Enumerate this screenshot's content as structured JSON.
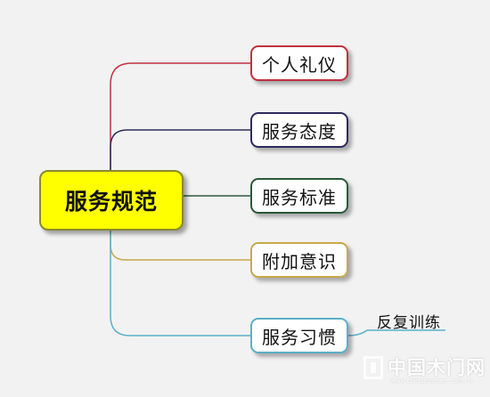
{
  "root": {
    "label": "服务规范",
    "color": "#ffff00"
  },
  "branches": [
    {
      "label": "个人礼仪",
      "color": "#c03040"
    },
    {
      "label": "服务态度",
      "color": "#2c2c5c"
    },
    {
      "label": "服务标准",
      "color": "#2a5a3a"
    },
    {
      "label": "附加意识",
      "color": "#c8a84a"
    },
    {
      "label": "服务习惯",
      "color": "#5ab0c8"
    }
  ],
  "sub_branch": {
    "label": "反复训练",
    "parent": "服务习惯"
  },
  "watermark": {
    "text": "中国木门网",
    "url": "www.chinamumen.com.cn"
  }
}
